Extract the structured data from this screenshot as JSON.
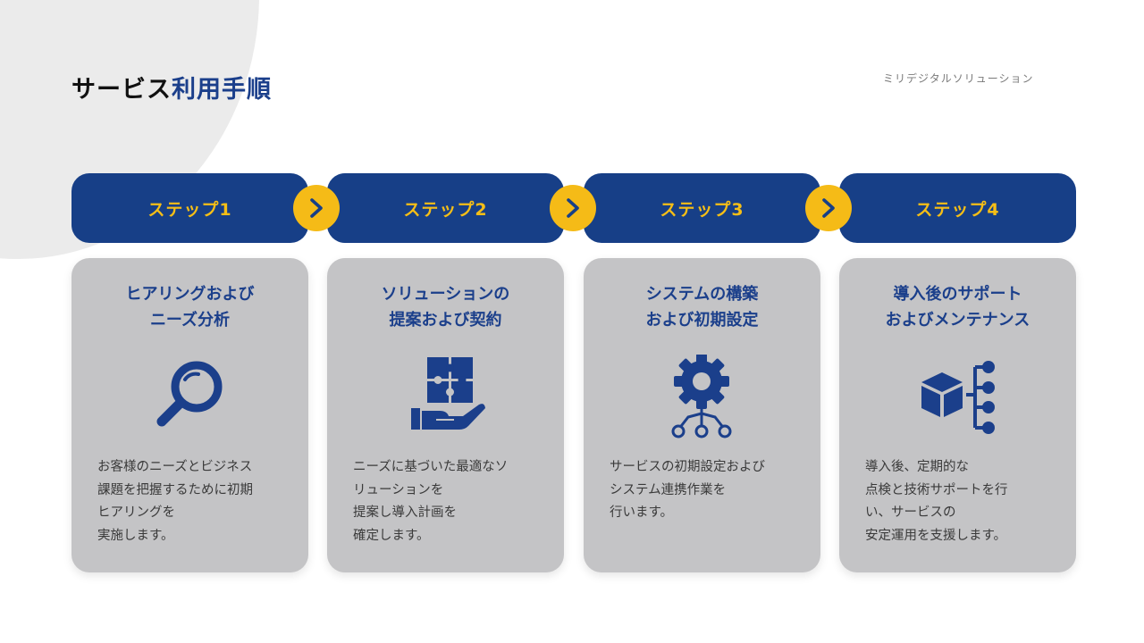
{
  "header": {
    "title_main": "サービス",
    "title_accent": "利用手順",
    "brand": "ミリデジタルソリューション"
  },
  "colors": {
    "navy": "#173f87",
    "accent_yellow": "#f5bb17",
    "card_gray": "#c4c4c6",
    "title_blue": "#1b3f8b"
  },
  "steps": [
    {
      "label": "ステップ1",
      "title_lines": [
        "ヒアリングおよび",
        "ニーズ分析"
      ],
      "icon": "magnifier-icon",
      "desc_lines": [
        "お客様のニーズとビジネス",
        "課題を把握するために初期",
        "ヒアリングを",
        "実施します。"
      ]
    },
    {
      "label": "ステップ2",
      "title_lines": [
        "ソリューションの",
        "提案および契約"
      ],
      "icon": "puzzle-hand-icon",
      "desc_lines": [
        "ニーズに基づいた最適なソ",
        "リューションを",
        "提案し導入計画を",
        "確定します。"
      ]
    },
    {
      "label": "ステップ3",
      "title_lines": [
        "システムの構築",
        "および初期設定"
      ],
      "icon": "gear-network-icon",
      "desc_lines": [
        "サービスの初期設定および",
        "システム連携作業を",
        "行います。"
      ]
    },
    {
      "label": "ステップ4",
      "title_lines": [
        "導入後のサポート",
        "およびメンテナンス"
      ],
      "icon": "cube-network-icon",
      "desc_lines": [
        "導入後、定期的な",
        "点検と技術サポートを行",
        "い、サービスの",
        "安定運用を支援します。"
      ]
    }
  ]
}
